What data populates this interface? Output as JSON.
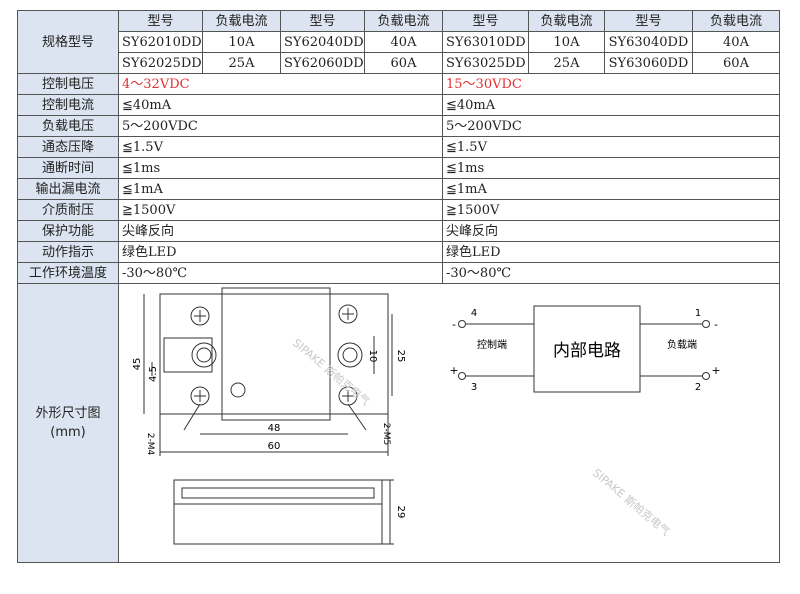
{
  "headers": [
    "型号",
    "负载电流",
    "型号",
    "负载电流",
    "型号",
    "负载电流",
    "型号",
    "负载电流"
  ],
  "spec_label": "规格型号",
  "models": [
    [
      "SY62010DD",
      "10A",
      "SY62040DD",
      "40A",
      "SY63010DD",
      "10A",
      "SY63040DD",
      "40A"
    ],
    [
      "SY62025DD",
      "25A",
      "SY62060DD",
      "60A",
      "SY63025DD",
      "25A",
      "SY63060DD",
      "60A"
    ]
  ],
  "rows": [
    {
      "label": "控制电压",
      "left": "4～32VDC",
      "right": "15～30VDC",
      "highlight": true
    },
    {
      "label": "控制电流",
      "left": "≦40mA",
      "right": "≦40mA"
    },
    {
      "label": "负载电压",
      "left": "5～200VDC",
      "right": "5～200VDC"
    },
    {
      "label": "通态压降",
      "left": "≦1.5V",
      "right": "≦1.5V"
    },
    {
      "label": "通断时间",
      "left": "≦1ms",
      "right": "≦1ms"
    },
    {
      "label": "输出漏电流",
      "left": "≦1mA",
      "right": "≦1mA"
    },
    {
      "label": "介质耐压",
      "left": "≧1500V",
      "right": "≧1500V"
    },
    {
      "label": "保护功能",
      "left": "尖峰反向",
      "right": "尖峰反向"
    },
    {
      "label": "动作指示",
      "left": "绿色LED",
      "right": "绿色LED"
    },
    {
      "label": "工作环境温度",
      "left": "-30～80℃",
      "right": "-30～80℃"
    }
  ],
  "drawing": {
    "label_line1": "外形尺寸图",
    "label_line2": "(mm)",
    "dims": {
      "d45": "45",
      "d4_5": "4.5",
      "d10": "10",
      "d25": "25",
      "d48": "48",
      "d60": "60",
      "m4": "2-M4",
      "m5": "2-M5",
      "d29": "29"
    },
    "circuit": {
      "box_label": "内部电路",
      "control_label": "控制端",
      "load_label": "负载端",
      "pin4": "4",
      "pin3": "3",
      "pin1": "1",
      "pin2": "2",
      "minus": "-",
      "plus": "+"
    }
  },
  "watermark": "SIPAKE 斯帕克电气"
}
